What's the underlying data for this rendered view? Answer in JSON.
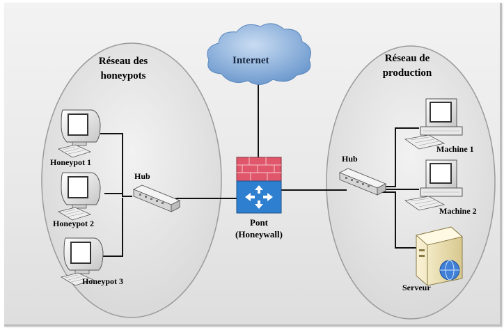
{
  "honeypot_zone": {
    "title_line1": "Réseau des",
    "title_line2": "honeypots"
  },
  "production_zone": {
    "title_line1": "Réseau de",
    "title_line2": "production"
  },
  "internet": {
    "label": "Internet"
  },
  "bridge": {
    "label_line1": "Pont",
    "label_line2": "(Honeywall)"
  },
  "hubs": {
    "left_label": "Hub",
    "right_label": "Hub"
  },
  "honeypots": [
    {
      "label": "Honeypot 1"
    },
    {
      "label": "Honeypot 2"
    },
    {
      "label": "Honeypot 3"
    }
  ],
  "machines": [
    {
      "label": "Machine 1"
    },
    {
      "label": "Machine 2"
    }
  ],
  "server": {
    "label": "Serveur"
  },
  "colors": {
    "cloud": "#8fb4dc",
    "firewall_brick": "#e0566a",
    "bridge_blue": "#2f7fd0",
    "zone_fill": "#e4e4e4",
    "link": "#111111"
  },
  "icons": {
    "cloud": "cloud-icon",
    "firewall": "firewall-icon",
    "hub": "hub-icon",
    "computer": "computer-icon",
    "server": "server-icon"
  }
}
